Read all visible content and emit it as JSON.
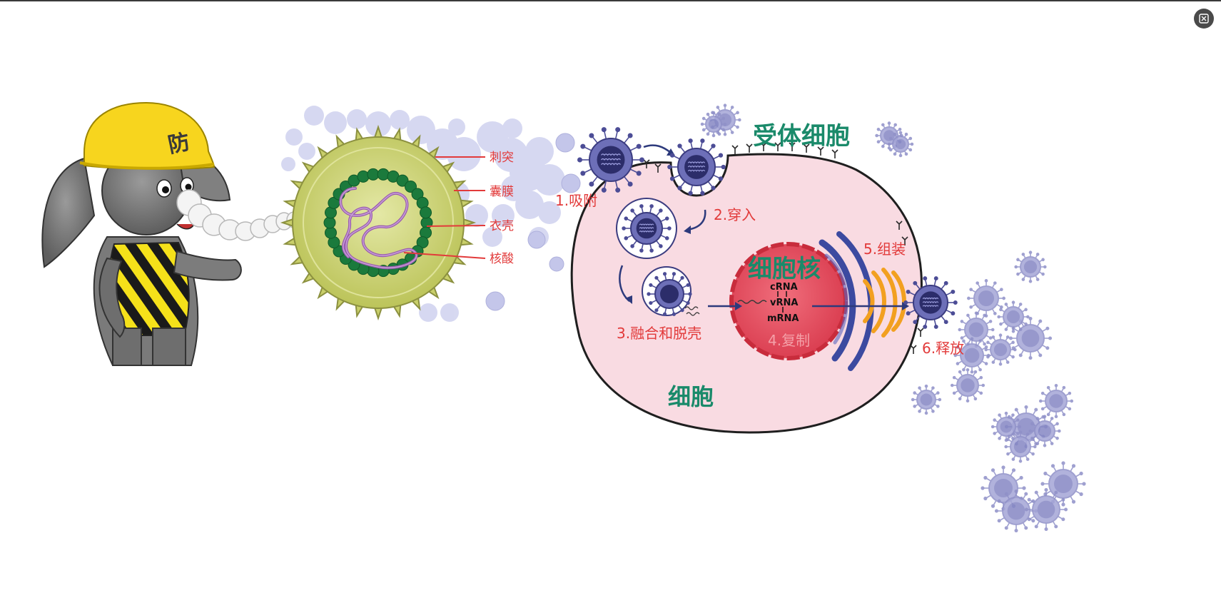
{
  "colors": {
    "label_red": "#e23a3a",
    "title_green": "#1a8a6a",
    "cell_fill": "#f9dbe2",
    "nucleus_fill": "#e24a5a",
    "virus_purple": "#4c4d96",
    "virus_light": "#b9bbe0",
    "capsid_green": "#1b7a3c",
    "envelope_olive": "#c9cf6a",
    "rna_purple": "#9a5ab0",
    "golgi_orange": "#f2a020"
  },
  "fullscreen_icon": "fullscreen-exit-icon",
  "mascot": {
    "hat_text": "防"
  },
  "virus_structure_labels": [
    "刺突",
    "囊膜",
    "衣壳",
    "核酸"
  ],
  "cell": {
    "receptor_cell_title": "受体细胞",
    "cell_label": "细胞",
    "nucleus_label": "细胞核"
  },
  "rna_cycle": [
    "cRNA",
    "vRNA",
    "mRNA"
  ],
  "steps": {
    "adsorption": "1.吸附",
    "penetration": "2.穿入",
    "fusion_uncoating": "3.融合和脱壳",
    "replication": "4.复制",
    "assembly": "5.组装",
    "release": "6.释放"
  }
}
